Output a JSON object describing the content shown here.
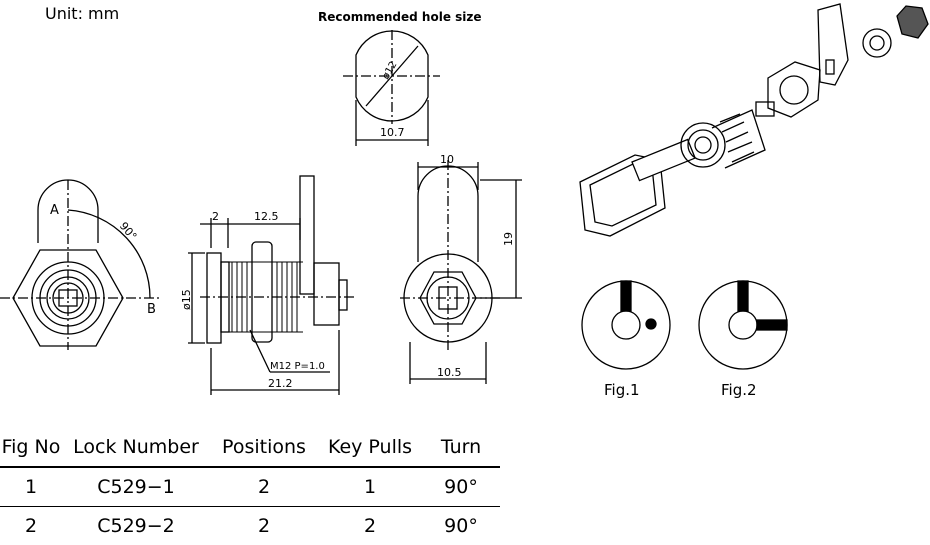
{
  "header": {
    "unit": "Unit:  mm",
    "hole_title": "Recommended hole size"
  },
  "hole": {
    "diameter": "ø12",
    "width": "10.7"
  },
  "front_view": {
    "label_a": "A",
    "label_b": "B",
    "angle": "90°"
  },
  "side_view": {
    "dim_2": "2",
    "dim_12_5": "12.5",
    "dim_15": "ø15",
    "thread": "M12  P=1.0",
    "dim_21_2": "21.2"
  },
  "right_view": {
    "dim_10": "10",
    "dim_19": "19",
    "dim_10_5": "10.5"
  },
  "figures": {
    "fig1": "Fig.1",
    "fig2": "Fig.2"
  },
  "table": {
    "headers": [
      "Fig  No",
      "Lock  Number",
      "Positions",
      "Key  Pulls",
      "Turn"
    ],
    "rows": [
      [
        "1",
        "C529−1",
        "2",
        "1",
        "90°"
      ],
      [
        "2",
        "C529−2",
        "2",
        "2",
        "90°"
      ]
    ]
  }
}
